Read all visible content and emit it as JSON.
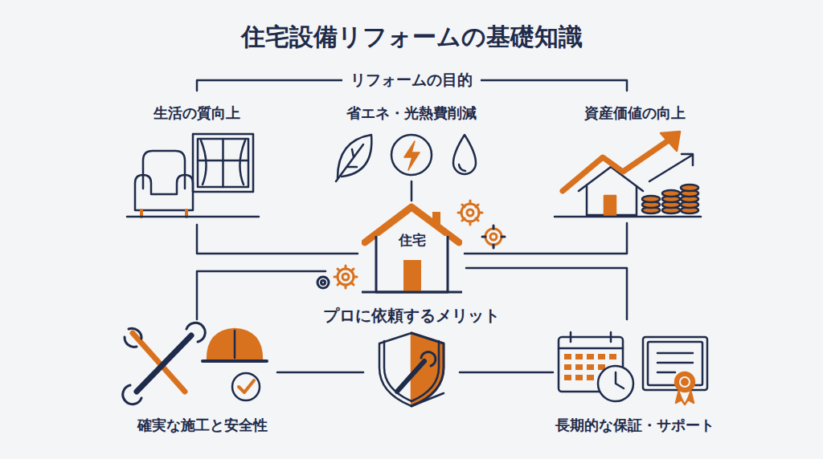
{
  "diagram": {
    "title": "住宅設備リフォームの基礎知識",
    "nodes": [
      {
        "text": [
          "住宅"
        ]
      }
    ],
    "labels": [
      "リフォームの目的",
      "生活の質向上",
      "省エネ・光熱費削減",
      "資産価値の向上",
      "プロに依頼するメリット",
      "確実な施工と安全性",
      "長期的な保証・サポート"
    ]
  }
}
